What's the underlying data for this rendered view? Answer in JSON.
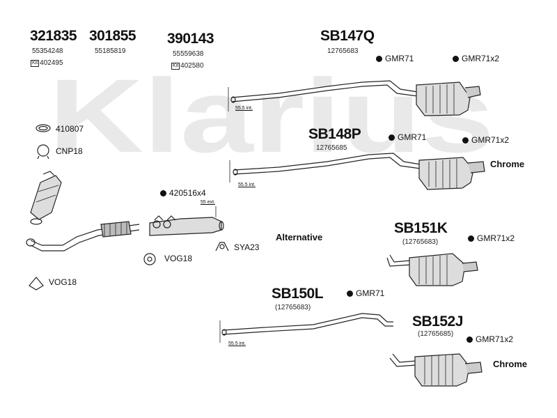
{
  "watermark": "Klarius",
  "parts": {
    "p321835": {
      "number": "321835",
      "oe": "55354248",
      "kit": "402495"
    },
    "p301855": {
      "number": "301855",
      "oe": "55185819"
    },
    "p390143": {
      "number": "390143",
      "oe": "55559638",
      "kit": "402580"
    },
    "sb147q": {
      "number": "SB147Q",
      "oe": "12765683",
      "fit1": "GMR71",
      "fit2": "GMR71x2",
      "pipe": "55.5 int."
    },
    "sb148p": {
      "number": "SB148P",
      "oe": "12765685",
      "fit1": "GMR71",
      "fit2": "GMR71x2",
      "finish": "Chrome",
      "pipe": "55.5 int."
    },
    "sb151k": {
      "number": "SB151K",
      "oe": "(12765683)",
      "fit": "GMR71x2"
    },
    "sb150l": {
      "number": "SB150L",
      "oe": "(12765683)",
      "fit": "GMR71",
      "pipe": "55.5 int."
    },
    "sb152j": {
      "number": "SB152J",
      "oe": "(12765685)",
      "fit": "GMR71x2",
      "finish": "Chrome"
    }
  },
  "fittings": {
    "ring": "410807",
    "clamp": "CNP18",
    "bolt_kit": "420516x4",
    "ext": "55 ext.",
    "vog_center": "VOG18",
    "sya": "SYA23",
    "vog_left": "VOG18"
  },
  "alternative": "Alternative",
  "kit_badge": "Kit"
}
